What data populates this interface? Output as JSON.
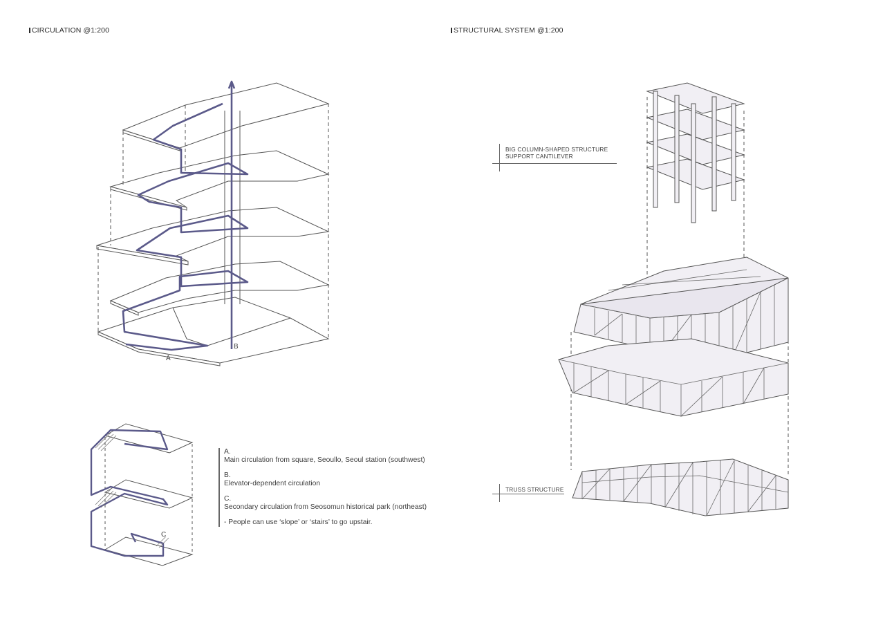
{
  "titles": {
    "circulation": "CIRCULATION @1:200",
    "structure": "STRUCTURAL SYSTEM @1:200"
  },
  "legend": {
    "a_key": "A.",
    "a_text": "Main circulation from square, Seoullo, Seoul station (southwest)",
    "b_key": "B.",
    "b_text": "Elevator-dependent circulation",
    "c_key": "C.",
    "c_text": "Secondary circulation from Seosomun historical park (northeast)",
    "note": "- People can use ‘slope’ or ‘stairs’ to go upstair."
  },
  "callouts": {
    "column_line1": "BIG COLUMN-SHAPED STRUCTURE",
    "column_line2": "SUPPORT CANTILEVER",
    "truss": "TRUSS STRUCTURE"
  },
  "markers": {
    "a": "A",
    "b": "B",
    "c": "C"
  },
  "colors": {
    "circulation_path": "#5b5a8a",
    "linework": "#555555",
    "structure_fill": "#f1eff4"
  }
}
